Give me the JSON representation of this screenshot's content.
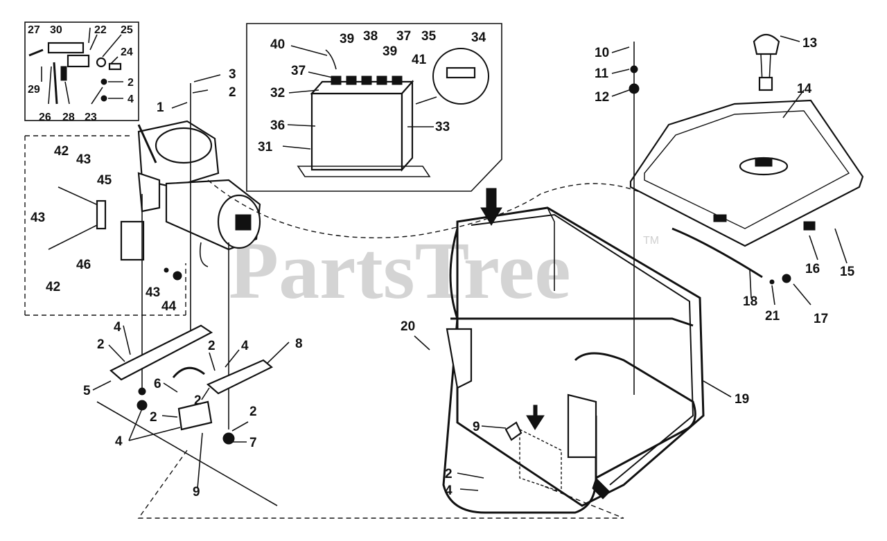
{
  "watermark": {
    "text": "PartsTree",
    "trademark": "TM"
  },
  "callouts": {
    "c1": "1",
    "c2a": "2",
    "c3": "3",
    "c27": "27",
    "c30": "30",
    "c22": "22",
    "c25": "25",
    "c24": "24",
    "c2b": "2",
    "c4a": "4",
    "c29": "29",
    "c26": "26",
    "c28": "28",
    "c23": "23",
    "c42a": "42",
    "c43a": "43",
    "c45": "45",
    "c43b": "43",
    "c46": "46",
    "c42b": "42",
    "c43c": "43",
    "c44": "44",
    "c40": "40",
    "c39a": "39",
    "c38": "38",
    "c37a": "37",
    "c35": "35",
    "c34": "34",
    "c37b": "37",
    "c39b": "39",
    "c41": "41",
    "c32": "32",
    "c36": "36",
    "c33": "33",
    "c31": "31",
    "c10": "10",
    "c11": "11",
    "c12": "12",
    "c13": "13",
    "c14": "14",
    "c16": "16",
    "c15": "15",
    "c18": "18",
    "c21": "21",
    "c17": "17",
    "c4b": "4",
    "c2c": "2",
    "c5": "5",
    "c2d": "2",
    "c4c": "4",
    "c8": "8",
    "c6": "6",
    "c2e": "2",
    "c2f": "2",
    "c4d": "4",
    "c2g": "2",
    "c7": "7",
    "c9a": "9",
    "c20": "20",
    "c19": "19",
    "c9b": "9",
    "c2h": "2",
    "c4e": "4"
  }
}
